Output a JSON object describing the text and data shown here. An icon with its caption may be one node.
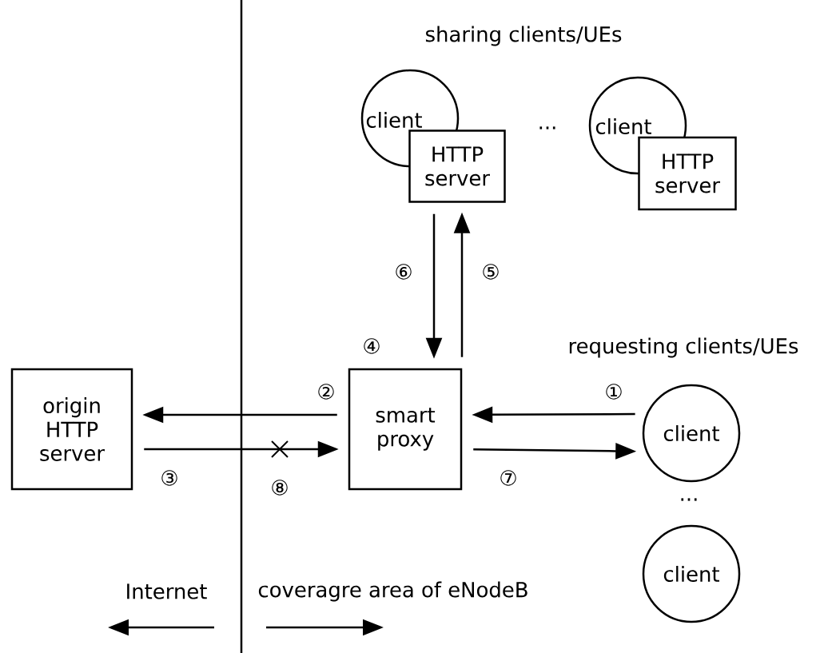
{
  "diagram": {
    "nodes": [
      {
        "text": [
          "origin HTTP server"
        ]
      },
      {
        "text": [
          "smart proxy"
        ],
        "beside": [
          "④"
        ]
      },
      {
        "text": [
          "client"
        ]
      },
      {
        "text": [
          "HTTP server"
        ]
      },
      {
        "text": [
          "client"
        ]
      },
      {
        "text": [
          "HTTP server"
        ]
      },
      {
        "text": [
          "client"
        ]
      },
      {
        "text": [
          "client"
        ]
      }
    ],
    "edges": [
      {
        "from": 6,
        "to": 1,
        "arrow": "to",
        "label": "①"
      },
      {
        "from": 1,
        "to": 0,
        "arrow": "to",
        "label": "②"
      },
      {
        "from": 0,
        "to": 1,
        "arrow": "to",
        "label": "③"
      },
      {
        "from": 1,
        "to": 3,
        "arrow": "to",
        "label": "⑤"
      },
      {
        "from": 3,
        "to": 1,
        "arrow": "to",
        "label": "⑥"
      },
      {
        "from": 1,
        "to": 6,
        "arrow": "to",
        "label": "⑦"
      }
    ],
    "labels": [
      "sharing clients/UEs",
      "...",
      "requesting clients/UEs",
      "...",
      "⑧",
      "Internet",
      "coveragre area of eNodeB"
    ]
  }
}
